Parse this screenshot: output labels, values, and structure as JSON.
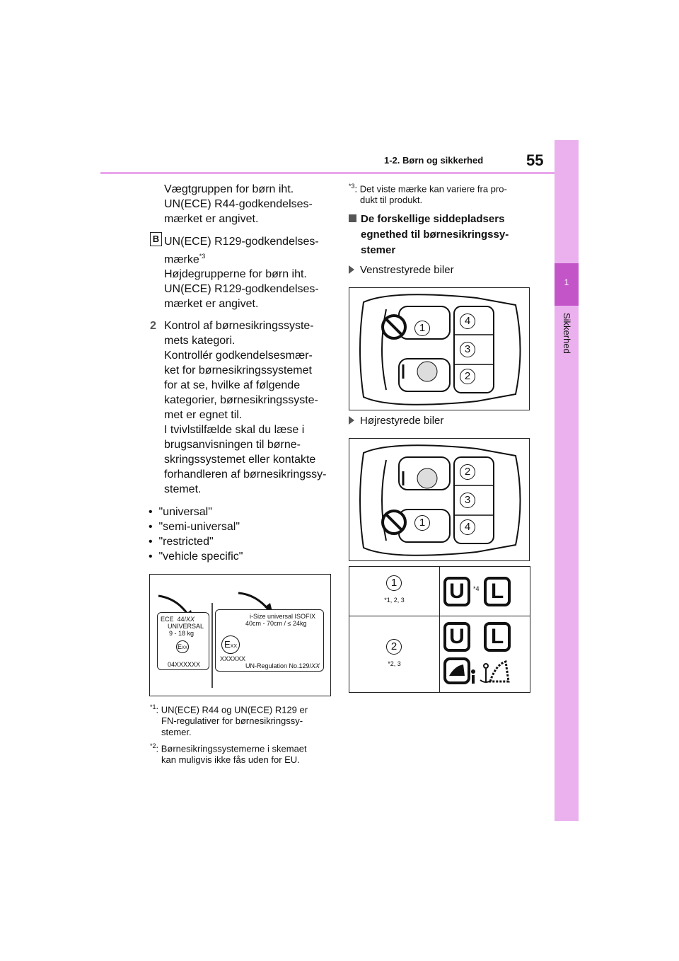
{
  "header": {
    "section_title": "1-2. Børn og sikkerhed",
    "page_number": "55"
  },
  "side_tab": {
    "chapter_number": "1",
    "chapter_label": "Sikkerhed"
  },
  "left_col": {
    "para1": [
      "Vægtgruppen for børn iht.",
      "UN(ECE) R44-godkendelses-",
      "mærket er angivet."
    ],
    "box_b": "B",
    "para2_line1": "UN(ECE) R129-godkendelses-",
    "para2_line2": "mærke",
    "para2_sup": "*3",
    "para2_rest": [
      "Højdegrupperne for børn iht.",
      "UN(ECE) R129-godkendelses-",
      "mærket er angivet."
    ],
    "step_num": "2",
    "step_lines": [
      "Kontrol af børnesikringssyste-",
      "mets kategori.",
      "Kontrollér godkendelsesmær-",
      "ket for børnesikringssystemet",
      "for at se, hvilke af følgende",
      "kategorier, børnesikringssyste-",
      "met er egnet til.",
      "I tvivlstilfælde skal du læse i",
      "brugsanvisningen til børne-",
      "skringssystemet eller kontakte",
      "forhandleren af børnesikringssy-",
      "stemet."
    ],
    "bullets": [
      "\"universal\"",
      "\"semi-universal\"",
      "\"restricted\"",
      "\"vehicle specific\""
    ],
    "footnote1_mark": "*1",
    "footnote1": [
      ": UN(ECE) R44 og UN(ECE) R129 er",
      "FN-regulativer for børnesikringssy-",
      "stemer."
    ],
    "footnote2_mark": "*2",
    "footnote2": [
      ": Børnesikringssystemerne i skemaet",
      "kan muligvis ikke fås uden for EU."
    ]
  },
  "label_figure": {
    "r44": {
      "line1": "ECE",
      "line1b": "44/",
      "line1c": "XX",
      "line2": "UNIVERSAL",
      "line3": "9 - 18 kg",
      "emark": "E",
      "emark_sub": "XX",
      "number": "04XXXXXX"
    },
    "r129": {
      "line1": "i-Size universal ISOFIX",
      "line2": "40cm - 70cm / ≤ 24kg",
      "emark": "E",
      "emark_sub": "XX",
      "code": "XXXXXX",
      "reg": "UN-Regulation No.129/",
      "reg_b": "XX"
    }
  },
  "right_col": {
    "footnote3_mark": "*3",
    "footnote3": [
      ": Det viste mærke kan variere fra pro-",
      "dukt til produkt."
    ],
    "heading": [
      "De forskellige siddepladsers",
      "egnethed til børnesikringssy-",
      "stemer"
    ],
    "lhd_label": "Venstrestyrede biler",
    "rhd_label": "Højrestyrede biler",
    "lhd_seats": [
      "4",
      "1",
      "3",
      "2"
    ],
    "rhd_seats": [
      "2",
      "3",
      "1",
      "4"
    ]
  },
  "table": {
    "row1": {
      "seat": "1",
      "note": "*1, 2, 3",
      "letters": [
        "U",
        "L"
      ],
      "sup": "*4"
    },
    "row2": {
      "seat": "2",
      "note": "*2, 3",
      "letters": [
        "U",
        "L"
      ]
    }
  }
}
